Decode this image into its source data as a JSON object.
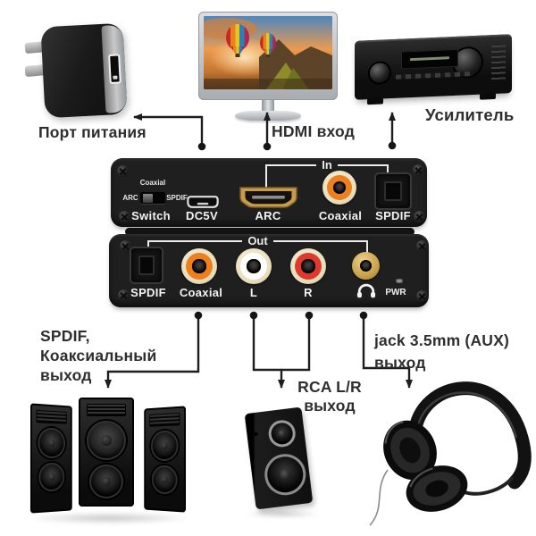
{
  "top_row": {
    "power_port_label": "Порт питания",
    "hdmi_input_label": "HDMI вход",
    "amplifier_label": "Усилитель"
  },
  "converter": {
    "in_panel": {
      "group_label": "In",
      "switch_option_top": "Coaxial",
      "switch_option_left": "ARC",
      "switch_option_right": "SPDIF",
      "switch_caption": "Switch",
      "usb_caption": "DC5V",
      "hdmi_caption": "ARC",
      "coaxial_caption": "Coaxial",
      "optical_caption": "SPDIF"
    },
    "out_panel": {
      "group_label": "Out",
      "optical_caption": "SPDIF",
      "coaxial_caption": "Coaxial",
      "left_caption": "L",
      "right_caption": "R",
      "power_led_caption": "PWR"
    }
  },
  "bottom_row": {
    "spdif_output_label": {
      "line1": "SPDIF,",
      "line2": "Коаксиальный",
      "line3": "выход"
    },
    "rca_output_label": {
      "line1": "RCA L/R",
      "line2": "выход"
    },
    "jack_output_label": {
      "line1": "jack 3.5mm (AUX)",
      "line2": "выход"
    }
  },
  "colors": {
    "panel_body": "#1f1f1f",
    "coaxial_orange": "#ef7e1d",
    "rca_white": "#ffffff",
    "rca_red": "#df392c",
    "ring_cream": "#e7dcba",
    "jack_gold": "#c9a24a",
    "hdmi_gold": "#c79a4c",
    "wire_black": "#1d1d1d",
    "label_text": "#2e2e2e"
  }
}
